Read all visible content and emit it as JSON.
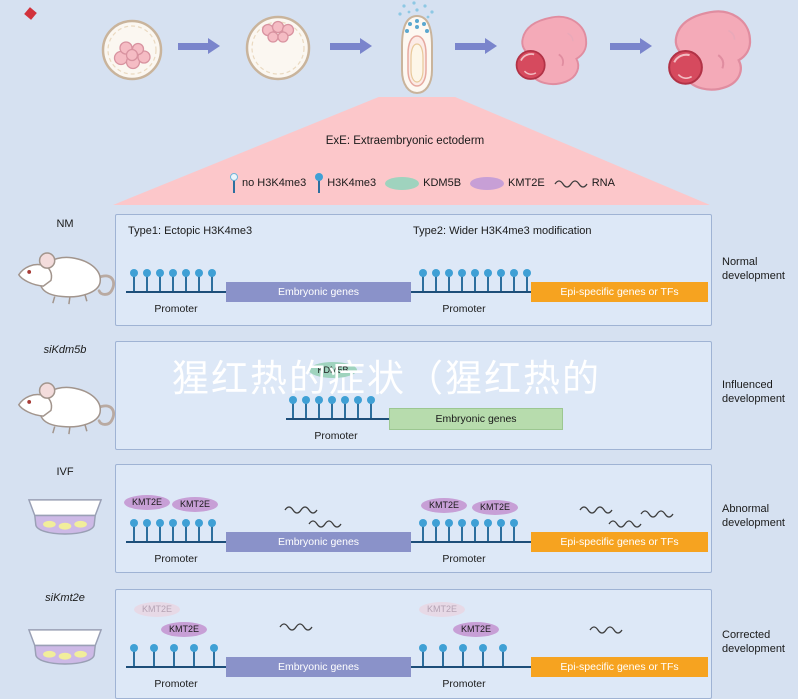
{
  "colors": {
    "background": "#d6e1f1",
    "panel": "#dde8f7",
    "pink_funnel": "#fcc7ca",
    "embryonic_genes_box": "#8a92c9",
    "epi_genes_box": "#f6a320",
    "embryonic_genes_green_box": "#b7dcad",
    "kdm5b_oval": "#9fd3be",
    "kmt2e_oval": "#c79fd6",
    "h3k4me3_mark": "#3fa0d5",
    "arrow": "#7a85cc"
  },
  "funnel": {
    "title": "ExE: Extraembryonic ectoderm"
  },
  "legend": {
    "items": [
      {
        "icon": "open-lollipop-icon",
        "label": "no H3K4me3"
      },
      {
        "icon": "filled-lollipop-icon",
        "label": "H3K4me3"
      },
      {
        "icon": "kdm5b-oval-icon",
        "label": "KDM5B"
      },
      {
        "icon": "kmt2e-oval-icon",
        "label": "KMT2E"
      },
      {
        "icon": "rna-squiggle-icon",
        "label": "RNA"
      }
    ]
  },
  "rows": [
    {
      "label": "NM",
      "icon": "mouse",
      "outcome": "Normal development",
      "type1_title": "Type1: Ectopic H3K4me3",
      "type2_title": "Type2: Wider H3K4me3 modification",
      "left_gene": "Embryonic genes",
      "right_gene": "Epi-specific genes or TFs",
      "promoter_left": "Promoter",
      "promoter_right": "Promoter"
    },
    {
      "label": "siKdm5b",
      "icon": "mouse",
      "outcome": "Influenced development",
      "enzyme": "KDM5B",
      "gene": "Embryonic genes",
      "promoter": "Promoter"
    },
    {
      "label": "IVF",
      "icon": "petri-dish",
      "outcome": "Abnormal development",
      "enzyme": "KMT2E",
      "left_gene": "Embryonic genes",
      "right_gene": "Epi-specific genes or TFs",
      "promoter_left": "Promoter",
      "promoter_right": "Promoter"
    },
    {
      "label": "siKmt2e",
      "icon": "petri-dish",
      "outcome": "Corrected development",
      "enzyme": "KMT2E",
      "left_gene": "Embryonic genes",
      "right_gene": "Epi-specific genes or TFs",
      "promoter_left": "Promoter",
      "promoter_right": "Promoter"
    }
  ],
  "watermark": {
    "text": "猩红热的症状（猩红热的"
  }
}
